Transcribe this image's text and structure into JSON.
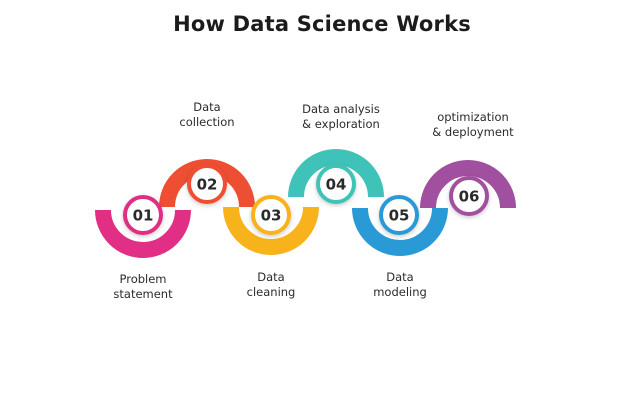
{
  "title": "How Data Science Works",
  "steps": [
    {
      "number": "01",
      "line1": "Problem",
      "line2": "statement",
      "color": "#e02f84"
    },
    {
      "number": "02",
      "line1": "Data",
      "line2": "collection",
      "color": "#ee4f32"
    },
    {
      "number": "03",
      "line1": "Data",
      "line2": "cleaning",
      "color": "#f7b21c"
    },
    {
      "number": "04",
      "line1": "Data analysis",
      "line2": "& exploration",
      "color": "#3fc2b7"
    },
    {
      "number": "05",
      "line1": "Data",
      "line2": "modeling",
      "color": "#2a9ad6"
    },
    {
      "number": "06",
      "line1": "optimization",
      "line2": "& deployment",
      "color": "#a14f9f"
    }
  ]
}
